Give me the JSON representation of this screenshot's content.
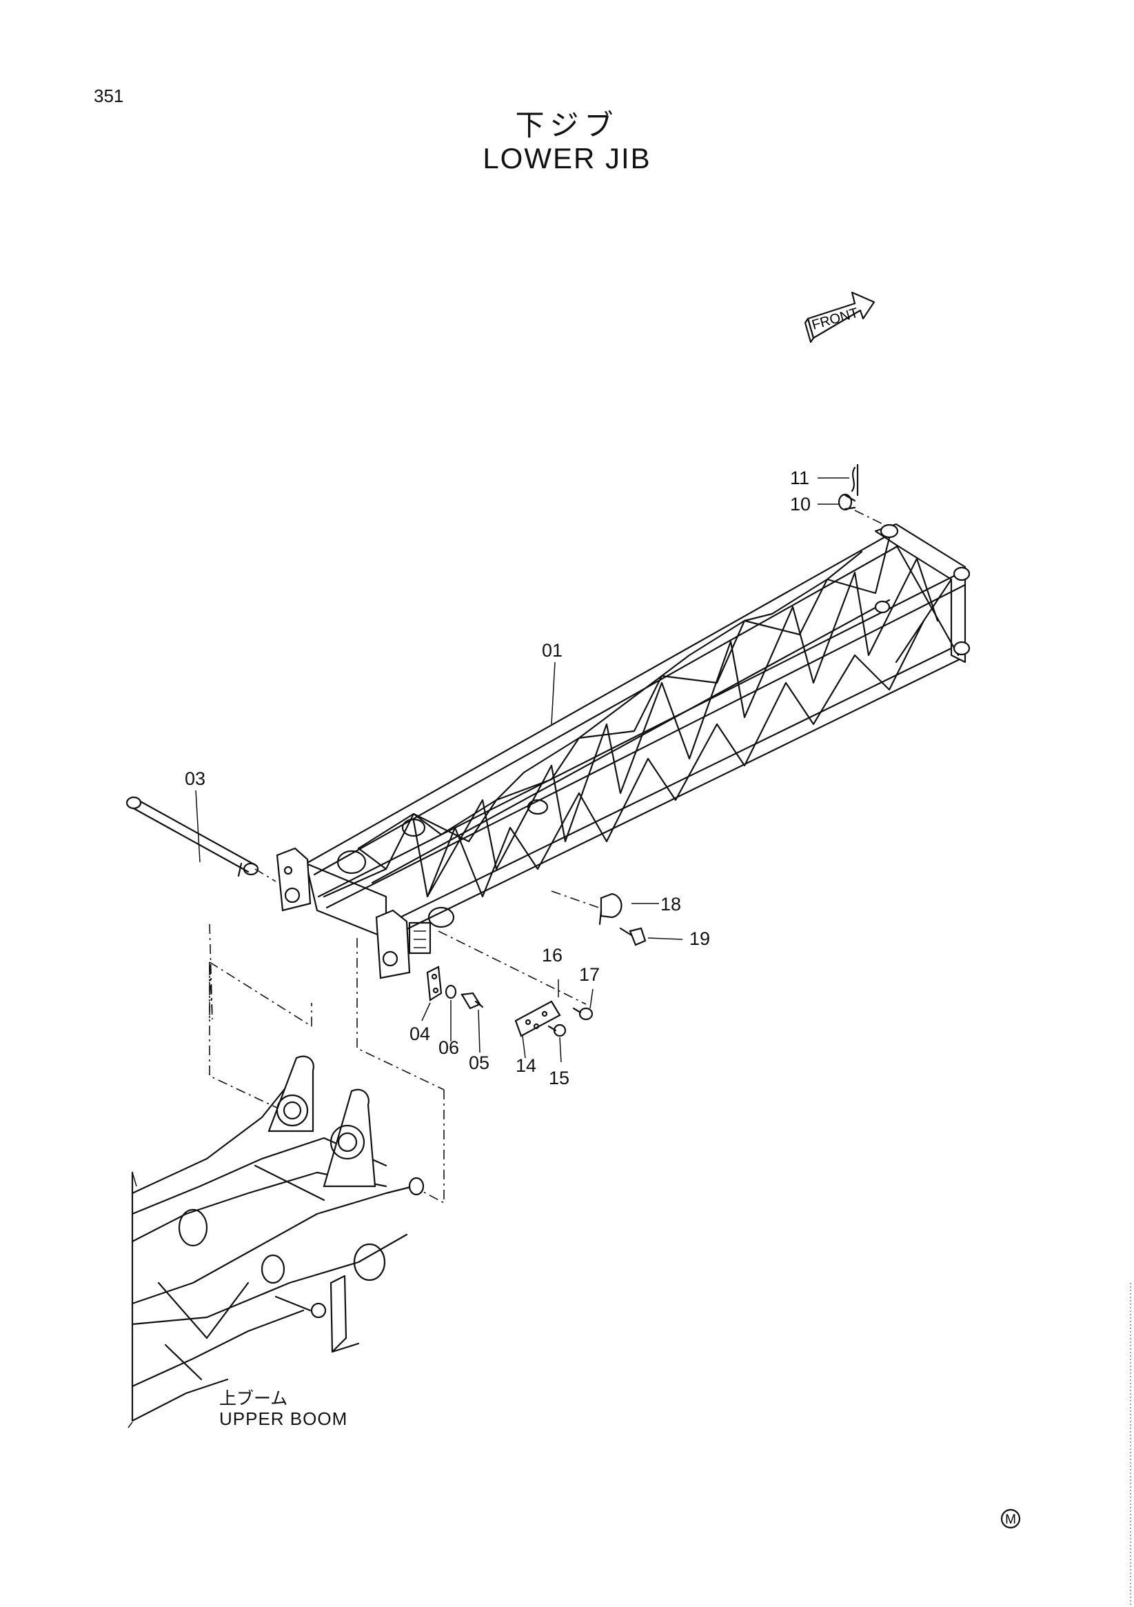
{
  "page_number": "351",
  "title_jp": "下ジブ",
  "title_en": "LOWER JIB",
  "front_arrow_label": "FRONT",
  "upper_boom_label_jp": "上ブーム",
  "upper_boom_label_en": "UPPER BOOM",
  "mark": "M",
  "callouts": [
    "01",
    "03",
    "04",
    "05",
    "06",
    "10",
    "11",
    "14",
    "15",
    "16",
    "17",
    "18",
    "19"
  ],
  "icons": [
    "front-arrow-icon",
    "circled-m-icon"
  ]
}
